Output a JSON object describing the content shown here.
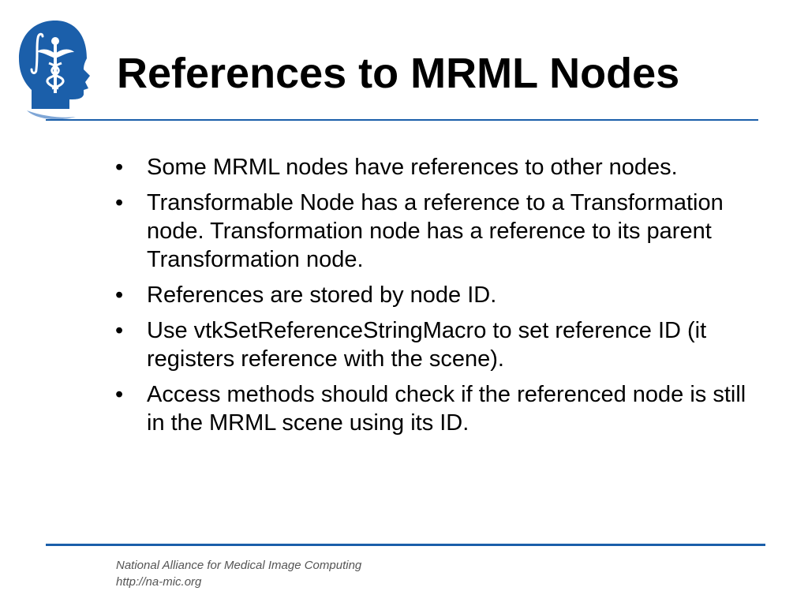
{
  "slide": {
    "title": "References to MRML Nodes",
    "bullet_symbol": "•",
    "bullets": [
      {
        "text": "Some MRML nodes have references to other nodes."
      },
      {
        "text": "Transformable Node has a reference to a Transformation node. Transformation node has a reference to its parent Transformation node."
      },
      {
        "text": "References are stored by node ID."
      },
      {
        "text": "Use vtkSetReferenceStringMacro to set reference ID (it registers reference with the scene)."
      },
      {
        "text": "Access methods should check if the referenced node is still in the MRML scene using its ID."
      }
    ]
  },
  "footer": {
    "organization": "National Alliance for Medical Image Computing",
    "url": "http://na-mic.org"
  },
  "logo": {
    "icon": "slicer-head-caduceus-icon"
  },
  "colors": {
    "accent": "#1b5faa",
    "rule": "#1b5faa",
    "title": "#000000",
    "footer": "#555555"
  }
}
